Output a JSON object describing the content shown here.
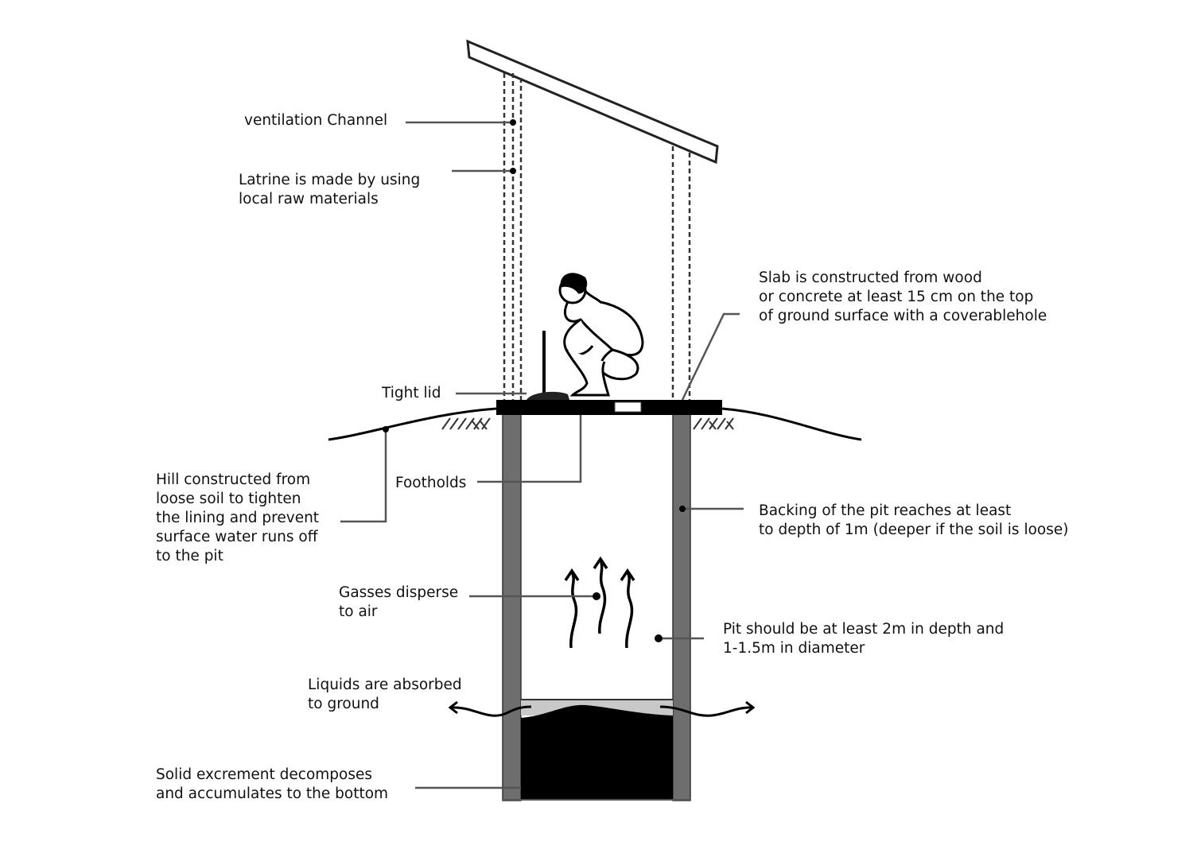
{
  "labels": {
    "ventilation": [
      "ventilation Channel"
    ],
    "latrine": [
      "Latrine is made by using",
      "local raw materials"
    ],
    "slab": [
      "Slab is constructed from wood",
      "or concrete at least 15 cm on the top",
      "of ground surface with a coverablehole"
    ],
    "tight_lid": [
      "Tight lid"
    ],
    "footholds": [
      "Footholds"
    ],
    "hill": [
      "Hill constructed from",
      "loose soil to tighten",
      "the lining and prevent",
      "surface water runs off",
      "to the pit"
    ],
    "backing": [
      "Backing of the pit reaches at least",
      "to depth of 1m (deeper if the soil is loose)"
    ],
    "gasses": [
      "Gasses disperse",
      "to air"
    ],
    "pit": [
      "Pit should be at least 2m in depth and",
      "1-1.5m in diameter"
    ],
    "liquids": [
      "Liquids are absorbed",
      "to ground"
    ],
    "solid": [
      "Solid excrement decomposes",
      "and accumulates to the bottom"
    ]
  },
  "colors": {
    "ink": "#000000",
    "wall": "#6e6e6e",
    "leader": "#555555",
    "sludge": "#c8c8c8"
  }
}
